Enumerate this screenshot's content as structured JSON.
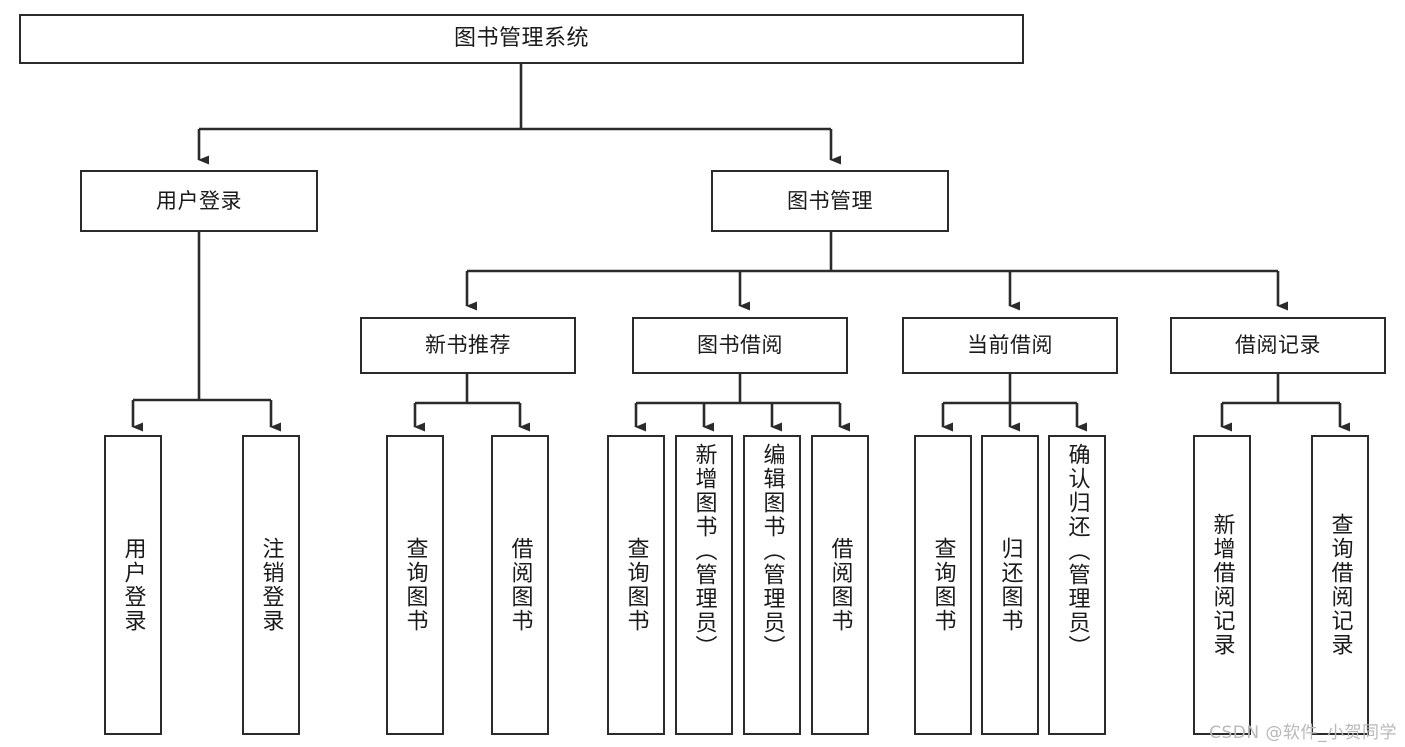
{
  "diagram": {
    "title": "图书管理系统",
    "type": "tree",
    "watermark": "CSDN @软件_小贺同学",
    "style": {
      "box_border": "#2b2b2b",
      "box_fill": "#ffffff",
      "edge_color": "#2b2b2b",
      "text_color": "#1a1a1a",
      "background": "#ffffff"
    },
    "levels": {
      "level1": [
        "图书管理系统"
      ],
      "level2": [
        "用户登录",
        "图书管理"
      ],
      "level3": [
        "新书推荐",
        "图书借阅",
        "当前借阅",
        "借阅记录"
      ],
      "level4": [
        "用户登录",
        "注销登录",
        "查询图书",
        "借阅图书",
        "查询图书",
        "新增图书（管理员）",
        "编辑图书（管理员）",
        "借阅图书",
        "查询图书",
        "归还图书",
        "确认归还（管理员）",
        "新增借阅记录",
        "查询借阅记录"
      ]
    },
    "nodes": {
      "root": {
        "label": "图书管理系统"
      },
      "user_login": {
        "label": "用户登录"
      },
      "book_manage": {
        "label": "图书管理"
      },
      "new_book_rec": {
        "label": "新书推荐"
      },
      "book_borrow": {
        "label": "图书借阅"
      },
      "current_borrow": {
        "label": "当前借阅"
      },
      "borrow_record": {
        "label": "借阅记录"
      },
      "leaf_user_login": {
        "label": "用户登录"
      },
      "leaf_logout": {
        "label": "注销登录"
      },
      "leaf_query_book_1": {
        "label": "查询图书"
      },
      "leaf_borrow_book_1": {
        "label": "借阅图书"
      },
      "leaf_query_book_2": {
        "label": "查询图书"
      },
      "leaf_add_book": {
        "label": "新增图书（管理员）"
      },
      "leaf_edit_book": {
        "label": "编辑图书（管理员）"
      },
      "leaf_borrow_book_2": {
        "label": "借阅图书"
      },
      "leaf_query_book_3": {
        "label": "查询图书"
      },
      "leaf_return_book": {
        "label": "归还图书"
      },
      "leaf_confirm_return": {
        "label": "确认归还（管理员）"
      },
      "leaf_add_record": {
        "label": "新增借阅记录"
      },
      "leaf_query_record": {
        "label": "查询借阅记录"
      }
    },
    "edges": [
      {
        "from": "root",
        "to": "user_login"
      },
      {
        "from": "root",
        "to": "book_manage"
      },
      {
        "from": "user_login",
        "to": "leaf_user_login"
      },
      {
        "from": "user_login",
        "to": "leaf_logout"
      },
      {
        "from": "book_manage",
        "to": "new_book_rec"
      },
      {
        "from": "book_manage",
        "to": "book_borrow"
      },
      {
        "from": "book_manage",
        "to": "current_borrow"
      },
      {
        "from": "book_manage",
        "to": "borrow_record"
      },
      {
        "from": "new_book_rec",
        "to": "leaf_query_book_1"
      },
      {
        "from": "new_book_rec",
        "to": "leaf_borrow_book_1"
      },
      {
        "from": "book_borrow",
        "to": "leaf_query_book_2"
      },
      {
        "from": "book_borrow",
        "to": "leaf_add_book"
      },
      {
        "from": "book_borrow",
        "to": "leaf_edit_book"
      },
      {
        "from": "book_borrow",
        "to": "leaf_borrow_book_2"
      },
      {
        "from": "current_borrow",
        "to": "leaf_query_book_3"
      },
      {
        "from": "current_borrow",
        "to": "leaf_return_book"
      },
      {
        "from": "current_borrow",
        "to": "leaf_confirm_return"
      },
      {
        "from": "borrow_record",
        "to": "leaf_add_record"
      },
      {
        "from": "borrow_record",
        "to": "leaf_query_record"
      }
    ]
  }
}
